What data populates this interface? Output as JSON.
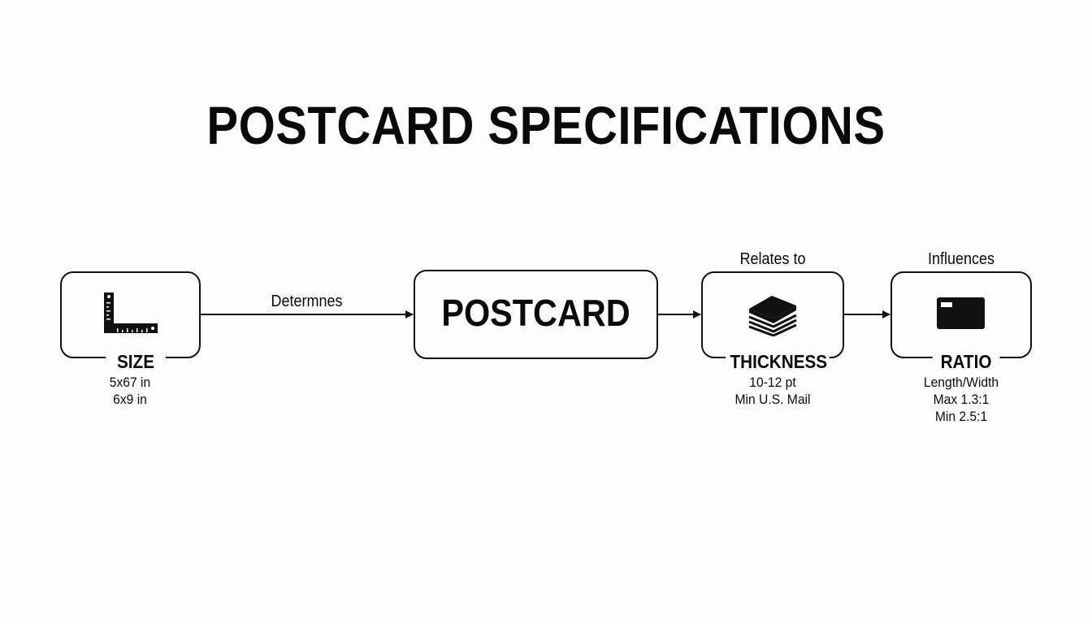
{
  "title": "POSTCARD SPECIFICATIONS",
  "nodes": {
    "size": {
      "label": "SIZE",
      "icon": "ruler-square-icon",
      "details": [
        "5x67 in",
        "6x9 in"
      ]
    },
    "postcard": {
      "label": "POSTCARD"
    },
    "thickness": {
      "label": "THICKNESS",
      "icon": "paper-stack-icon",
      "details": [
        "10-12 pt",
        "Min U.S. Mail"
      ]
    },
    "ratio": {
      "label": "RATIO",
      "icon": "card-icon",
      "details": [
        "Length/Width",
        "Max 1.3:1",
        "Min 2.5:1"
      ]
    }
  },
  "edges": {
    "size_to_postcard": "Determnes",
    "postcard_to_thickness": "Relates to",
    "thickness_to_ratio": "Influences"
  },
  "colors": {
    "ink": "#111111",
    "background": "#fdfdfd"
  }
}
